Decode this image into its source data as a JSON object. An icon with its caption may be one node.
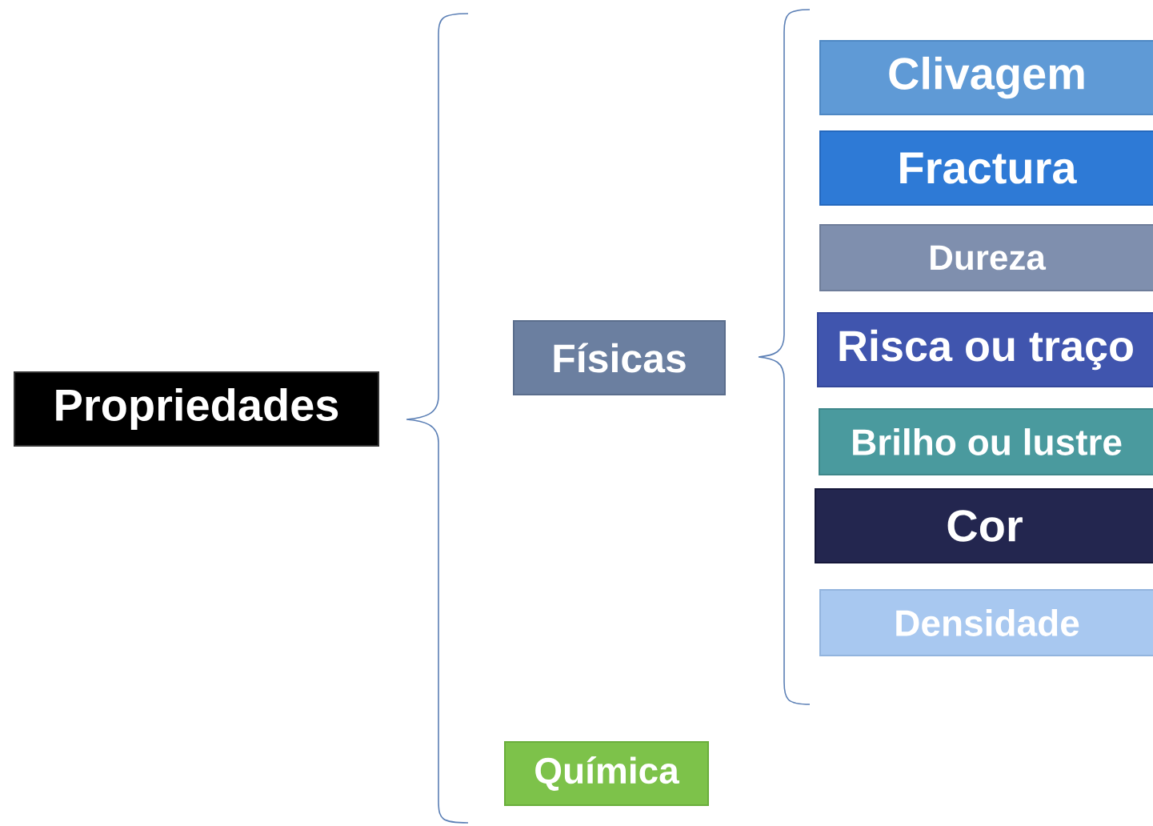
{
  "diagram": {
    "nodes": [
      {
        "text": [
          "Propriedades"
        ]
      },
      {
        "text": [
          "Físicas"
        ]
      },
      {
        "text": [
          "Química"
        ]
      },
      {
        "text": [
          "Clivagem"
        ]
      },
      {
        "text": [
          "Fractura"
        ]
      },
      {
        "text": [
          "Dureza"
        ]
      },
      {
        "text": [
          "Risca ou traço"
        ]
      },
      {
        "text": [
          "Brilho ou lustre"
        ]
      },
      {
        "text": [
          "Cor"
        ]
      },
      {
        "text": [
          "Densidade"
        ]
      }
    ]
  }
}
